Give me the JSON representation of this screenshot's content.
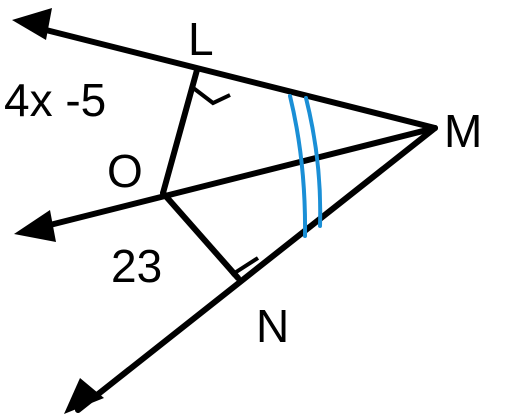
{
  "diagram": {
    "labels": {
      "L": "L",
      "M": "M",
      "O": "O",
      "N": "N",
      "seg_OL": "4x -5",
      "seg_ON": "23"
    },
    "colors": {
      "line": "#000000",
      "angle_arcs": "#1a8fd6",
      "background": "#ffffff"
    }
  }
}
